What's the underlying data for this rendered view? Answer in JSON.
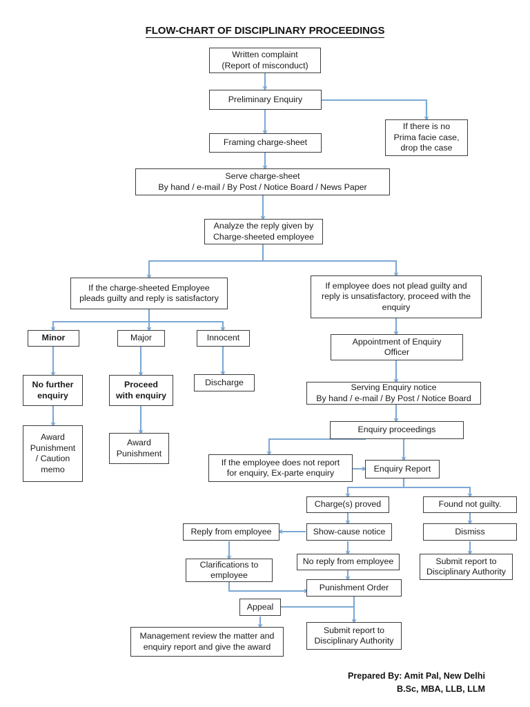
{
  "title": "FLOW-CHART OF DISCIPLINARY PROCEEDINGS",
  "theme": {
    "connector_color": "#7ba7d4",
    "box_border_color": "#3a3a3a",
    "background": "#ffffff",
    "text_color": "#1a1a1a"
  },
  "nodes": {
    "written_complaint": "Written complaint\n(Report of misconduct)",
    "preliminary_enquiry": "Preliminary Enquiry",
    "no_prima_facie": "If there is no\nPrima facie case,\ndrop the case",
    "framing_charge_sheet": "Framing charge-sheet",
    "serve_charge_sheet": "Serve charge-sheet\nBy hand / e-mail / By Post / Notice Board / News Paper",
    "analyze_reply": "Analyze the reply given by\nCharge-sheeted employee",
    "pleads_guilty": "If the charge-sheeted Employee\npleads guilty and reply is satisfactory",
    "not_plead_guilty": "If employee does not plead guilty and\nreply is unsatisfactory, proceed with the\nenquiry",
    "minor": "Minor",
    "major": "Major",
    "innocent": "Innocent",
    "no_further_enquiry": "No further\nenquiry",
    "proceed_with_enquiry": "Proceed\nwith enquiry",
    "discharge": "Discharge",
    "award_punishment_caution": "Award\nPunishment\n/ Caution\nmemo",
    "award_punishment": "Award\nPunishment",
    "appointment_enquiry_officer": "Appointment of Enquiry\nOfficer",
    "serving_enquiry_notice": "Serving Enquiry notice\nBy hand / e-mail / By Post / Notice Board",
    "enquiry_proceedings": "Enquiry proceedings",
    "ex_parte_enquiry": "If the employee does not report\nfor enquiry, Ex-parte enquiry",
    "enquiry_report": "Enquiry Report",
    "charges_proved": "Charge(s) proved",
    "found_not_guilty": "Found not guilty.",
    "reply_from_employee": "Reply from employee",
    "show_cause_notice": "Show-cause notice",
    "dismiss": "Dismiss",
    "clarifications_to_employee": "Clarifications to\nemployee",
    "no_reply_from_employee": "No reply from employee",
    "submit_report_right": "Submit report to\nDisciplinary Authority",
    "punishment_order": "Punishment Order",
    "appeal": "Appeal",
    "submit_report_center": "Submit report to\nDisciplinary Authority",
    "management_review": "Management review the matter and\nenquiry report and give the award"
  },
  "footer": {
    "line1": "Prepared By: Amit Pal, New Delhi",
    "line2": "B.Sc, MBA, LLB, LLM"
  }
}
